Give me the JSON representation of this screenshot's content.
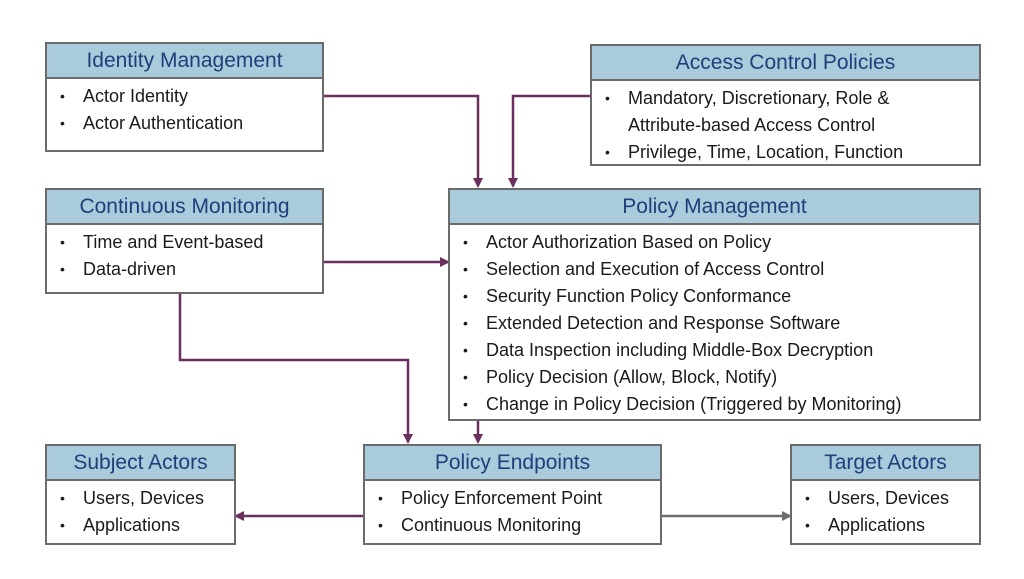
{
  "boxes": {
    "identity": {
      "title": "Identity Management",
      "items": [
        "Actor Identity",
        "Actor Authentication"
      ]
    },
    "access": {
      "title": "Access Control Policies",
      "items": [
        "Mandatory, Discretionary,  Role &",
        "Attribute-based Access Control",
        "Privilege, Time, Location, Function"
      ]
    },
    "monitoring": {
      "title": "Continuous Monitoring",
      "items": [
        "Time and Event-based",
        "Data-driven"
      ]
    },
    "policy": {
      "title": "Policy Management",
      "items": [
        "Actor Authorization Based on Policy",
        "Selection and Execution of Access Control",
        "Security Function Policy Conformance",
        "Extended Detection and Response Software",
        "Data Inspection including Middle-Box Decryption",
        "Policy Decision (Allow, Block, Notify)",
        "Change in Policy Decision (Triggered by Monitoring)"
      ]
    },
    "subject": {
      "title": "Subject Actors",
      "items": [
        "Users, Devices",
        "Applications"
      ]
    },
    "endpoints": {
      "title": "Policy Endpoints",
      "items": [
        "Policy Enforcement Point",
        "Continuous Monitoring"
      ]
    },
    "target": {
      "title": "Target Actors",
      "items": [
        "Users, Devices",
        "Applications"
      ]
    }
  },
  "colors": {
    "header_fill": "#aacbdc",
    "header_text": "#1f3f7a",
    "border": "#6b6b6b",
    "arrow": "#6a2f5e",
    "arrow_gray": "#6e6e6e"
  }
}
